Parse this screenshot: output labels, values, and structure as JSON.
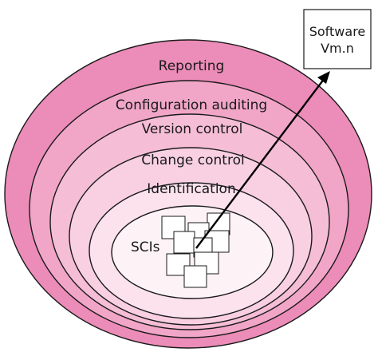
{
  "layers": [
    {
      "label": "Reporting",
      "fill": "#ec8cb8"
    },
    {
      "label": "Configuration auditing",
      "fill": "#f1a6c8"
    },
    {
      "label": "Version control",
      "fill": "#f5bdd6"
    },
    {
      "label": "Change control",
      "fill": "#f8d0e2"
    },
    {
      "label": "Identification",
      "fill": "#fbe2ed"
    },
    {
      "label": "SCIs",
      "fill": "#fdf3f7"
    }
  ],
  "output": {
    "line1": "Software",
    "line2": "Vm.n"
  },
  "colors": {
    "outline": "#1a1a1a",
    "item_fill": "#ffffff",
    "arrow": "#000000"
  }
}
